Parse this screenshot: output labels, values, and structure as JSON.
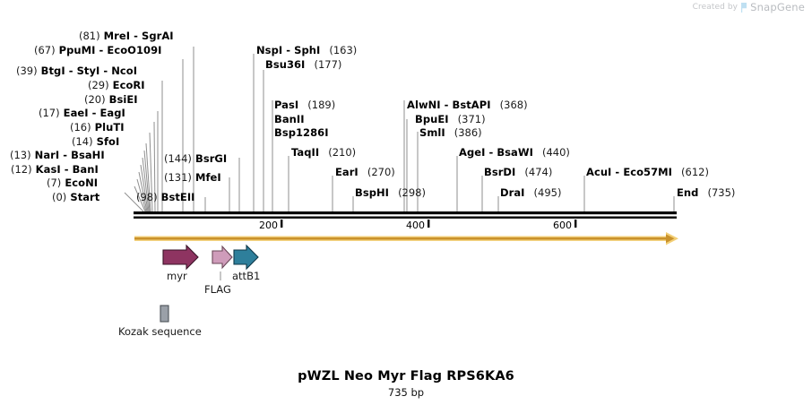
{
  "watermark": {
    "prefix": "Created by",
    "brand": "SnapGene",
    "icon": "snapgene-flag-icon",
    "color": "#c4c6c9"
  },
  "map": {
    "title": "pWZL Neo Myr Flag RPS6KA6",
    "length_label": "735 bp",
    "length_bp": 735,
    "backbone_color": "#000000",
    "orf_arrow_color": "#e0a93a"
  },
  "ruler": {
    "ticks": [
      {
        "label": "200",
        "bp": 200
      },
      {
        "label": "400",
        "bp": 400
      },
      {
        "label": "600",
        "bp": 600
      }
    ]
  },
  "terminals": {
    "start": {
      "pos": "(0)",
      "name": "Start",
      "bp": 0
    },
    "end": {
      "name": "End",
      "pos": "(735)",
      "bp": 735
    }
  },
  "enzyme_labels": [
    {
      "id": "mrei-sgrai",
      "pos": "(81)",
      "names": "MreI  -  SgrAI",
      "bp": 81,
      "pos_side": "left"
    },
    {
      "id": "ppumi-ecoo109i",
      "pos": "(67)",
      "names": "PpuMI  -  EcoO109I",
      "bp": 67,
      "pos_side": "left"
    },
    {
      "id": "btgi-styi-ncoi",
      "pos": "(39)",
      "names": "BtgI  -  StyI  -  NcoI",
      "bp": 39,
      "pos_side": "left"
    },
    {
      "id": "ecori",
      "pos": "(29)",
      "names": "EcoRI",
      "bp": 29,
      "pos_side": "left"
    },
    {
      "id": "bsiei",
      "pos": "(20)",
      "names": "BsiEI",
      "bp": 20,
      "pos_side": "left"
    },
    {
      "id": "eaei-eagi",
      "pos": "(17)",
      "names": "EaeI  -  EagI",
      "bp": 17,
      "pos_side": "left"
    },
    {
      "id": "pluti",
      "pos": "(16)",
      "names": "PluTI",
      "bp": 16,
      "pos_side": "left"
    },
    {
      "id": "sfoi",
      "pos": "(14)",
      "names": "SfoI",
      "bp": 14,
      "pos_side": "left"
    },
    {
      "id": "nari-bsahi",
      "pos": "(13)",
      "names": "NarI  -  BsaHI",
      "bp": 13,
      "pos_side": "left"
    },
    {
      "id": "kasi-bani",
      "pos": "(12)",
      "names": "KasI  -  BanI",
      "bp": 12,
      "pos_side": "left"
    },
    {
      "id": "econi",
      "pos": "(7)",
      "names": "EcoNI",
      "bp": 7,
      "pos_side": "left"
    },
    {
      "id": "bstrii",
      "pos": "(98)",
      "names": "BstEII",
      "bp": 98,
      "pos_side": "left"
    },
    {
      "id": "mfei",
      "pos": "(131)",
      "names": "MfeI",
      "bp": 131,
      "pos_side": "left"
    },
    {
      "id": "bsrgi",
      "pos": "(144)",
      "names": "BsrGI",
      "bp": 144,
      "pos_side": "left"
    },
    {
      "id": "nspi-sphi",
      "pos": "(163)",
      "names": "NspI  -  SphI",
      "bp": 163,
      "pos_side": "right"
    },
    {
      "id": "bsu36i",
      "pos": "(177)",
      "names": "Bsu36I",
      "bp": 177,
      "pos_side": "right"
    },
    {
      "id": "pasi",
      "pos": "(189)",
      "names": "PasI",
      "bp": 189,
      "pos_side": "right"
    },
    {
      "id": "banii",
      "pos": "",
      "names": "BanII",
      "bp": 189,
      "pos_side": "right"
    },
    {
      "id": "bsp1286i",
      "pos": "",
      "names": "Bsp1286I",
      "bp": 189,
      "pos_side": "right"
    },
    {
      "id": "taqii",
      "pos": "(210)",
      "names": "TaqII",
      "bp": 210,
      "pos_side": "right"
    },
    {
      "id": "eari",
      "pos": "(270)",
      "names": "EarI",
      "bp": 270,
      "pos_side": "right"
    },
    {
      "id": "bsphi",
      "pos": "(298)",
      "names": "BspHI",
      "bp": 298,
      "pos_side": "right"
    },
    {
      "id": "alwni-bstapi",
      "pos": "(368)",
      "names": "AlwNI  -  BstAPI",
      "bp": 368,
      "pos_side": "right"
    },
    {
      "id": "bpuei",
      "pos": "(371)",
      "names": "BpuEI",
      "bp": 371,
      "pos_side": "right"
    },
    {
      "id": "smli",
      "pos": "(386)",
      "names": "SmlI",
      "bp": 386,
      "pos_side": "right"
    },
    {
      "id": "agei-bsawi",
      "pos": "(440)",
      "names": "AgeI  -  BsaWI",
      "bp": 440,
      "pos_side": "right"
    },
    {
      "id": "bsrdi",
      "pos": "(474)",
      "names": "BsrDI",
      "bp": 474,
      "pos_side": "right"
    },
    {
      "id": "drai",
      "pos": "(495)",
      "names": "DraI",
      "bp": 495,
      "pos_side": "right"
    },
    {
      "id": "acui-eco57mi",
      "pos": "(612)",
      "names": "AcuI  -  Eco57MI",
      "bp": 612,
      "pos_side": "right"
    }
  ],
  "features": [
    {
      "id": "myr",
      "label": "myr",
      "color": "#8e3461",
      "shape": "arrow-right"
    },
    {
      "id": "flag",
      "label": "FLAG",
      "color": "#cf9cba",
      "shape": "arrow-right"
    },
    {
      "id": "attb1",
      "label": "attB1",
      "color": "#2e7f9b",
      "shape": "arrow-right"
    },
    {
      "id": "kozak-sequence",
      "label": "Kozak sequence",
      "color": "#9aa0a8",
      "shape": "box"
    }
  ]
}
